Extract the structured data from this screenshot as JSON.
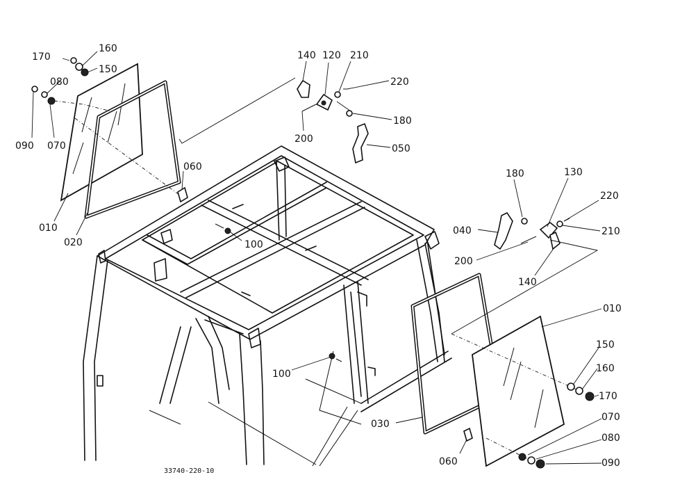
{
  "drawing_code": "33740-220-10",
  "callouts": [
    {
      "id": "c170a",
      "text": "170"
    },
    {
      "id": "c160a",
      "text": "160"
    },
    {
      "id": "c150a",
      "text": "150"
    },
    {
      "id": "c080a",
      "text": "080"
    },
    {
      "id": "c090a",
      "text": "090"
    },
    {
      "id": "c070a",
      "text": "070"
    },
    {
      "id": "c010a",
      "text": "010"
    },
    {
      "id": "c020a",
      "text": "020"
    },
    {
      "id": "c060a",
      "text": "060"
    },
    {
      "id": "c100a",
      "text": "100"
    },
    {
      "id": "c140a",
      "text": "140"
    },
    {
      "id": "c120a",
      "text": "120"
    },
    {
      "id": "c210a",
      "text": "210"
    },
    {
      "id": "c220a",
      "text": "220"
    },
    {
      "id": "c180a",
      "text": "180"
    },
    {
      "id": "c200a",
      "text": "200"
    },
    {
      "id": "c050a",
      "text": "050"
    },
    {
      "id": "c180b",
      "text": "180"
    },
    {
      "id": "c130b",
      "text": "130"
    },
    {
      "id": "c220b",
      "text": "220"
    },
    {
      "id": "c210b",
      "text": "210"
    },
    {
      "id": "c040b",
      "text": "040"
    },
    {
      "id": "c200b",
      "text": "200"
    },
    {
      "id": "c140b",
      "text": "140"
    },
    {
      "id": "c010b",
      "text": "010"
    },
    {
      "id": "c150b",
      "text": "150"
    },
    {
      "id": "c160b",
      "text": "160"
    },
    {
      "id": "c170b",
      "text": "170"
    },
    {
      "id": "c100b",
      "text": "100"
    },
    {
      "id": "c030b",
      "text": "030"
    },
    {
      "id": "c070b",
      "text": "070"
    },
    {
      "id": "c080b",
      "text": "080"
    },
    {
      "id": "c090b",
      "text": "090"
    },
    {
      "id": "c060b",
      "text": "060"
    }
  ]
}
